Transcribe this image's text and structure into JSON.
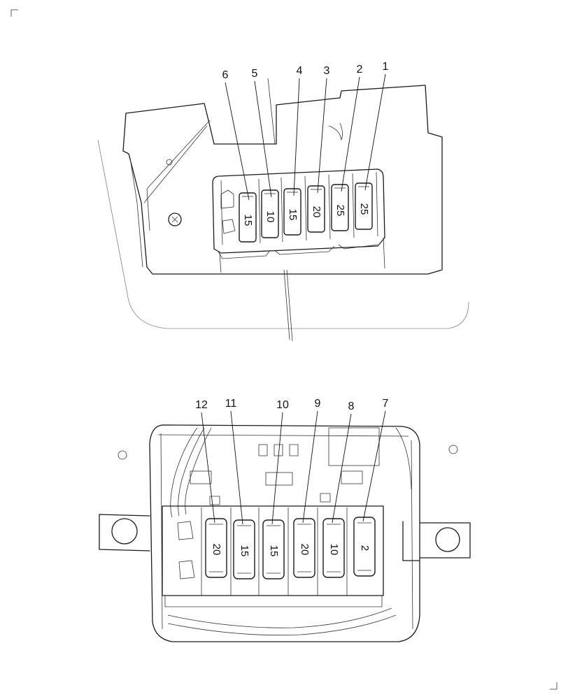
{
  "top_view": {
    "fuses": [
      {
        "id": "1",
        "rating": "25"
      },
      {
        "id": "2",
        "rating": "25"
      },
      {
        "id": "3",
        "rating": "20"
      },
      {
        "id": "4",
        "rating": "15"
      },
      {
        "id": "5",
        "rating": "10"
      },
      {
        "id": "6",
        "rating": "15"
      }
    ]
  },
  "bottom_view": {
    "fuses": [
      {
        "id": "7",
        "rating": "2"
      },
      {
        "id": "8",
        "rating": "10"
      },
      {
        "id": "9",
        "rating": "20"
      },
      {
        "id": "10",
        "rating": "15"
      },
      {
        "id": "11",
        "rating": "15"
      },
      {
        "id": "12",
        "rating": "20"
      }
    ]
  }
}
